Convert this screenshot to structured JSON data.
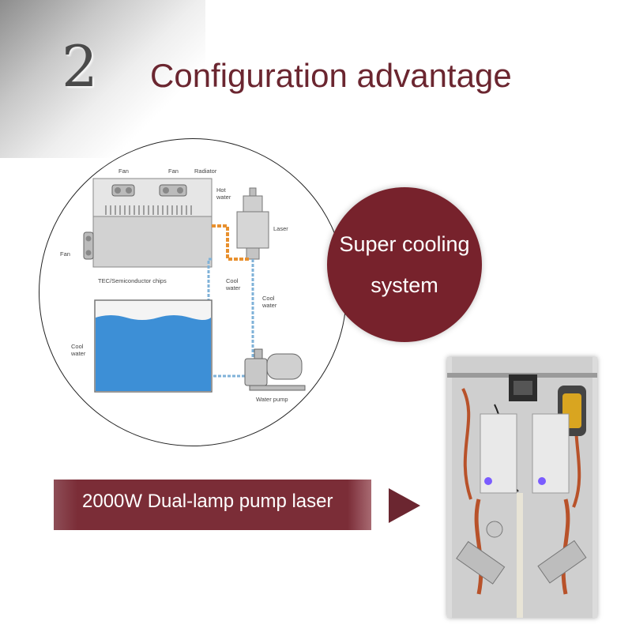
{
  "header": {
    "section_number": "2",
    "title": "Configuration advantage"
  },
  "diagram": {
    "labels": {
      "fan_top_left": "Fan",
      "fan_top_right": "Fan",
      "radiator": "Radiator",
      "hot_water_1": "Hot",
      "hot_water_2": "water",
      "laser": "Laser",
      "fan_side": "Fan",
      "tec": "TEC/Semiconductor chips",
      "cool_water_a1": "Cool",
      "cool_water_a2": "water",
      "cool_water_b1": "Cool",
      "cool_water_b2": "water",
      "cool_water_tank1": "Cool",
      "cool_water_tank2": "water",
      "water_pump": "Water pump"
    }
  },
  "badge": {
    "line1": "Super cooling",
    "line2": "system"
  },
  "banner": {
    "text": "2000W Dual-lamp pump laser"
  },
  "colors": {
    "brand": "#77222c",
    "title": "#6b2630",
    "hot_pipe": "#e8902e",
    "cool_pipe": "#7fb2d8",
    "water": "#3d8fd6"
  }
}
